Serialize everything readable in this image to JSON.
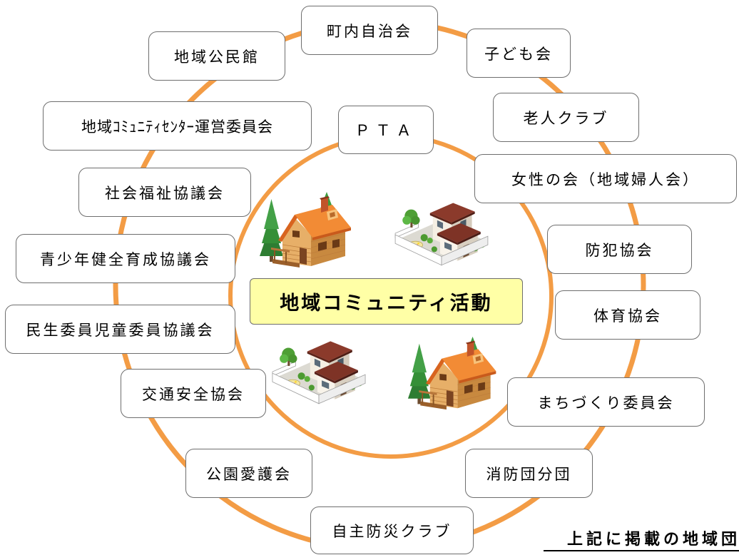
{
  "diagram": {
    "center_label": "地域コミュニティ活動",
    "organizations": [
      "町内自治会",
      "子ども会",
      "老人クラブ",
      "女性の会（地域婦人会）",
      "防犯協会",
      "体育協会",
      "まちづくり委員会",
      "消防団分団",
      "自主防災クラブ",
      "公園愛護会",
      "交通安全協会",
      "民生委員児童委員協議会",
      "青少年健全育成協議会",
      "社会福祉協議会",
      "地域ｺﾐｭﾆﾃｨｾﾝﾀｰ運営委員会",
      "地域公民館",
      "ＰＴＡ"
    ],
    "footer_note": "上記に掲載の地域団"
  },
  "illustrations": [
    "house-cottage-icon",
    "house-modern-icon",
    "house-modern-icon",
    "house-cottage-icon"
  ],
  "colors": {
    "ring": "#F39C45",
    "center_fill": "#FFFFA6",
    "box_border": "#6E6E6E",
    "text": "#000000"
  }
}
